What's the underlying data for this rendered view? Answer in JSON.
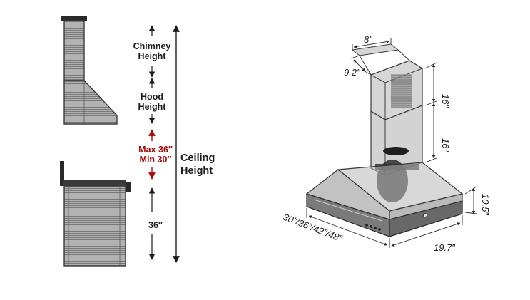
{
  "labels": {
    "chimney_height_line1": "Chimney",
    "chimney_height_line2": "Height",
    "hood_height_line1": "Hood",
    "hood_height_line2": "Height",
    "max_clearance": "Max 36″",
    "min_clearance": "Min 30″",
    "counter_height": "36″",
    "ceiling_height_line1": "Ceiling",
    "ceiling_height_line2": "Height"
  },
  "dimensions": {
    "chimney_width": "8″",
    "chimney_depth": "9.2″",
    "upper_chimney": "16″",
    "lower_chimney": "16″",
    "hood_height": "10.5″",
    "hood_depth": "19.7″",
    "hood_widths": "30″/36″/42″/48″"
  },
  "colors": {
    "clearance_accent": "#a10d0d",
    "dimension_line": "#2a2a2a",
    "stainless": "#8a8a8a"
  }
}
